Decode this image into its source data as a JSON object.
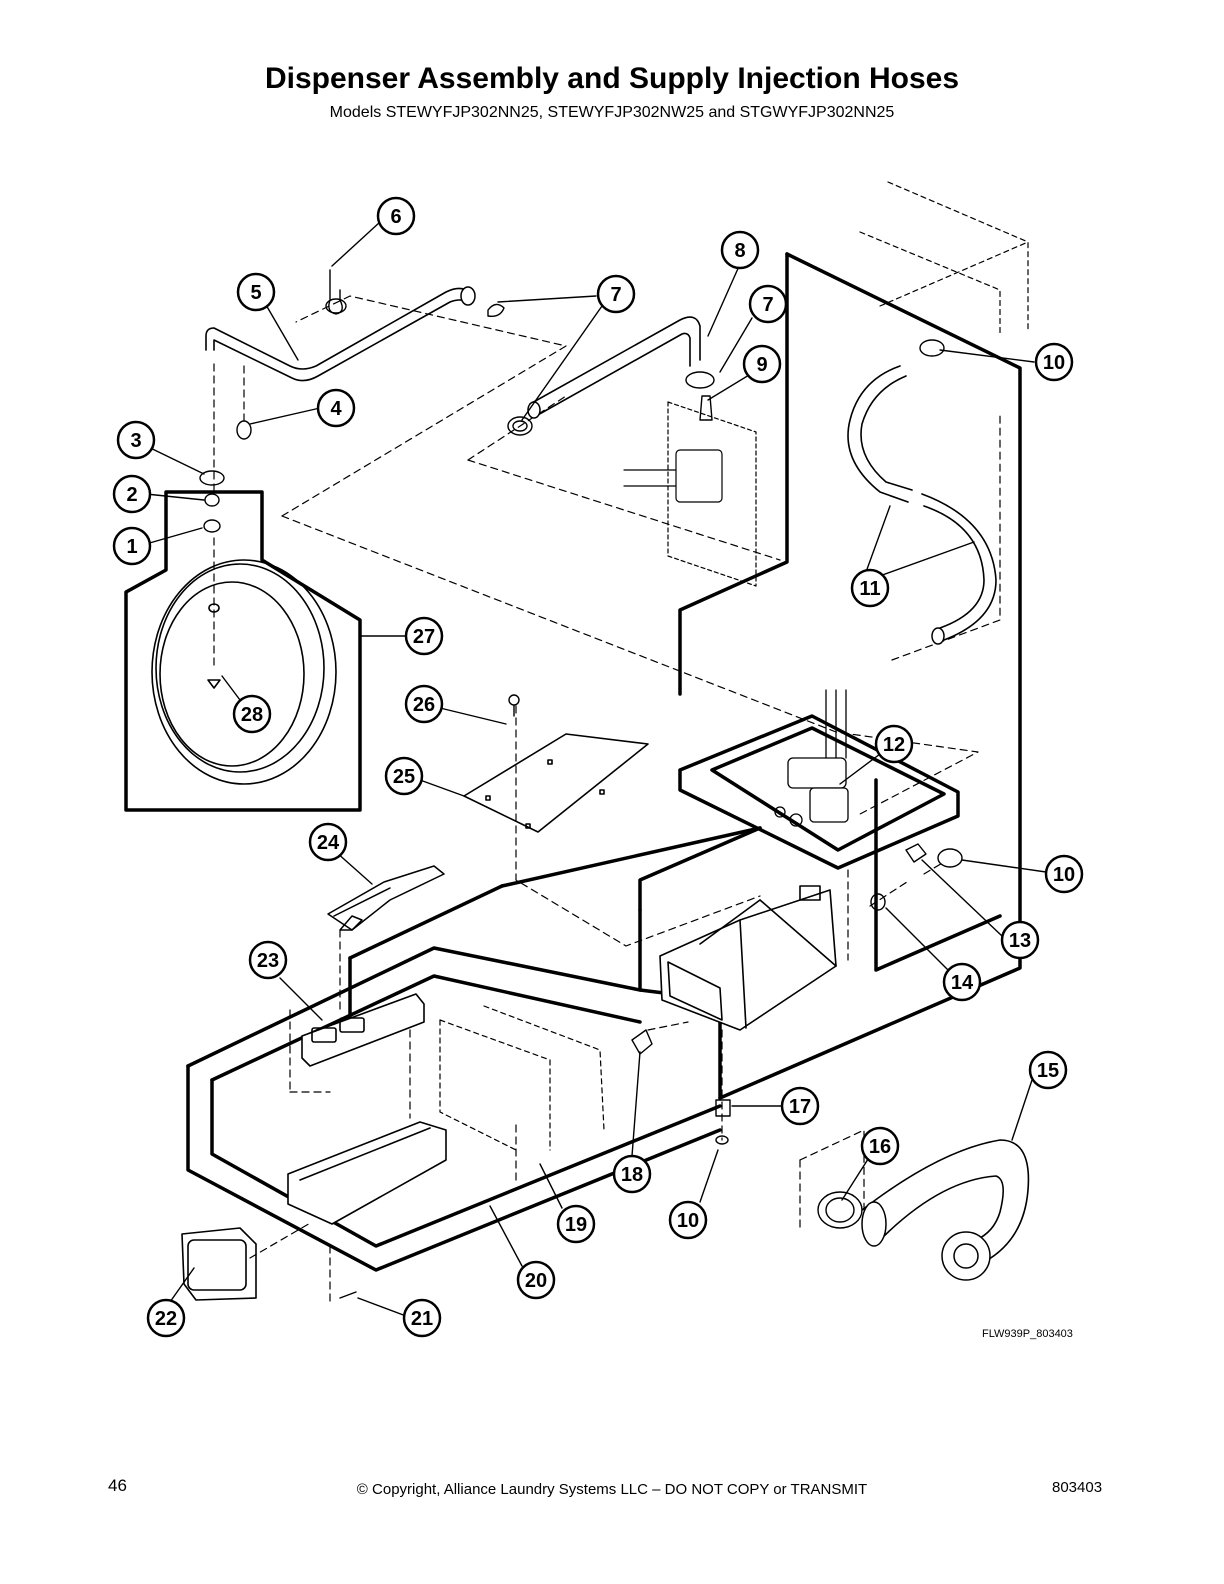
{
  "header": {
    "title": "Dispenser Assembly and Supply Injection Hoses",
    "subtitle": "Models STEWYFJP302NN25, STEWYFJP302NW25 and STGWYFJP302NN25"
  },
  "diagram": {
    "code": "FLW939P_803403",
    "callouts": [
      "1",
      "2",
      "3",
      "4",
      "5",
      "6",
      "7",
      "7",
      "8",
      "9",
      "10",
      "10",
      "10",
      "11",
      "12",
      "13",
      "14",
      "15",
      "16",
      "17",
      "18",
      "19",
      "20",
      "21",
      "22",
      "23",
      "24",
      "25",
      "26",
      "27",
      "28"
    ]
  },
  "footer": {
    "page_number": "46",
    "copyright": "© Copyright, Alliance Laundry Systems LLC – DO NOT COPY or TRANSMIT",
    "document_number": "803403"
  }
}
